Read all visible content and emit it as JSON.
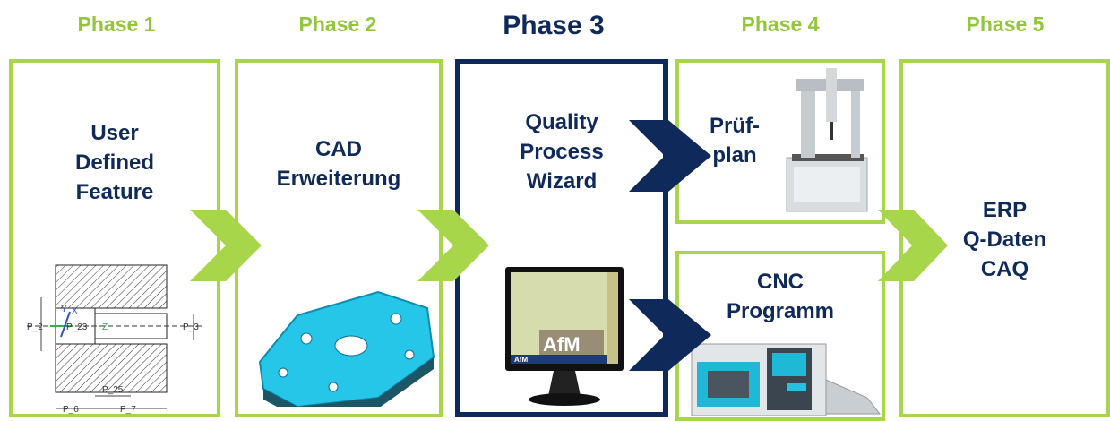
{
  "phases": [
    {
      "title": "Phase 1",
      "label": "User\nDefined\nFeature"
    },
    {
      "title": "Phase 2",
      "label": "CAD\nErweiterung"
    },
    {
      "title": "Phase 3",
      "label": "Quality\nProcess\nWizard"
    },
    {
      "title": "Phase 4",
      "label_top": "Prüf-\nplan",
      "label_bottom": "CNC\nProgramm"
    },
    {
      "title": "Phase 5",
      "label": "ERP\nQ-Daten\nCAQ"
    }
  ],
  "drawing_labels": [
    "P_2",
    "P_23",
    "P_3",
    "P_25",
    "P_6",
    "P_7",
    "X",
    "Y",
    "Z"
  ],
  "monitor_brand": "AfM",
  "colors": {
    "green": "#a8d64a",
    "phase_green": "#93c63d",
    "navy": "#0f2a5a",
    "cyan": "#1fc7e6"
  }
}
